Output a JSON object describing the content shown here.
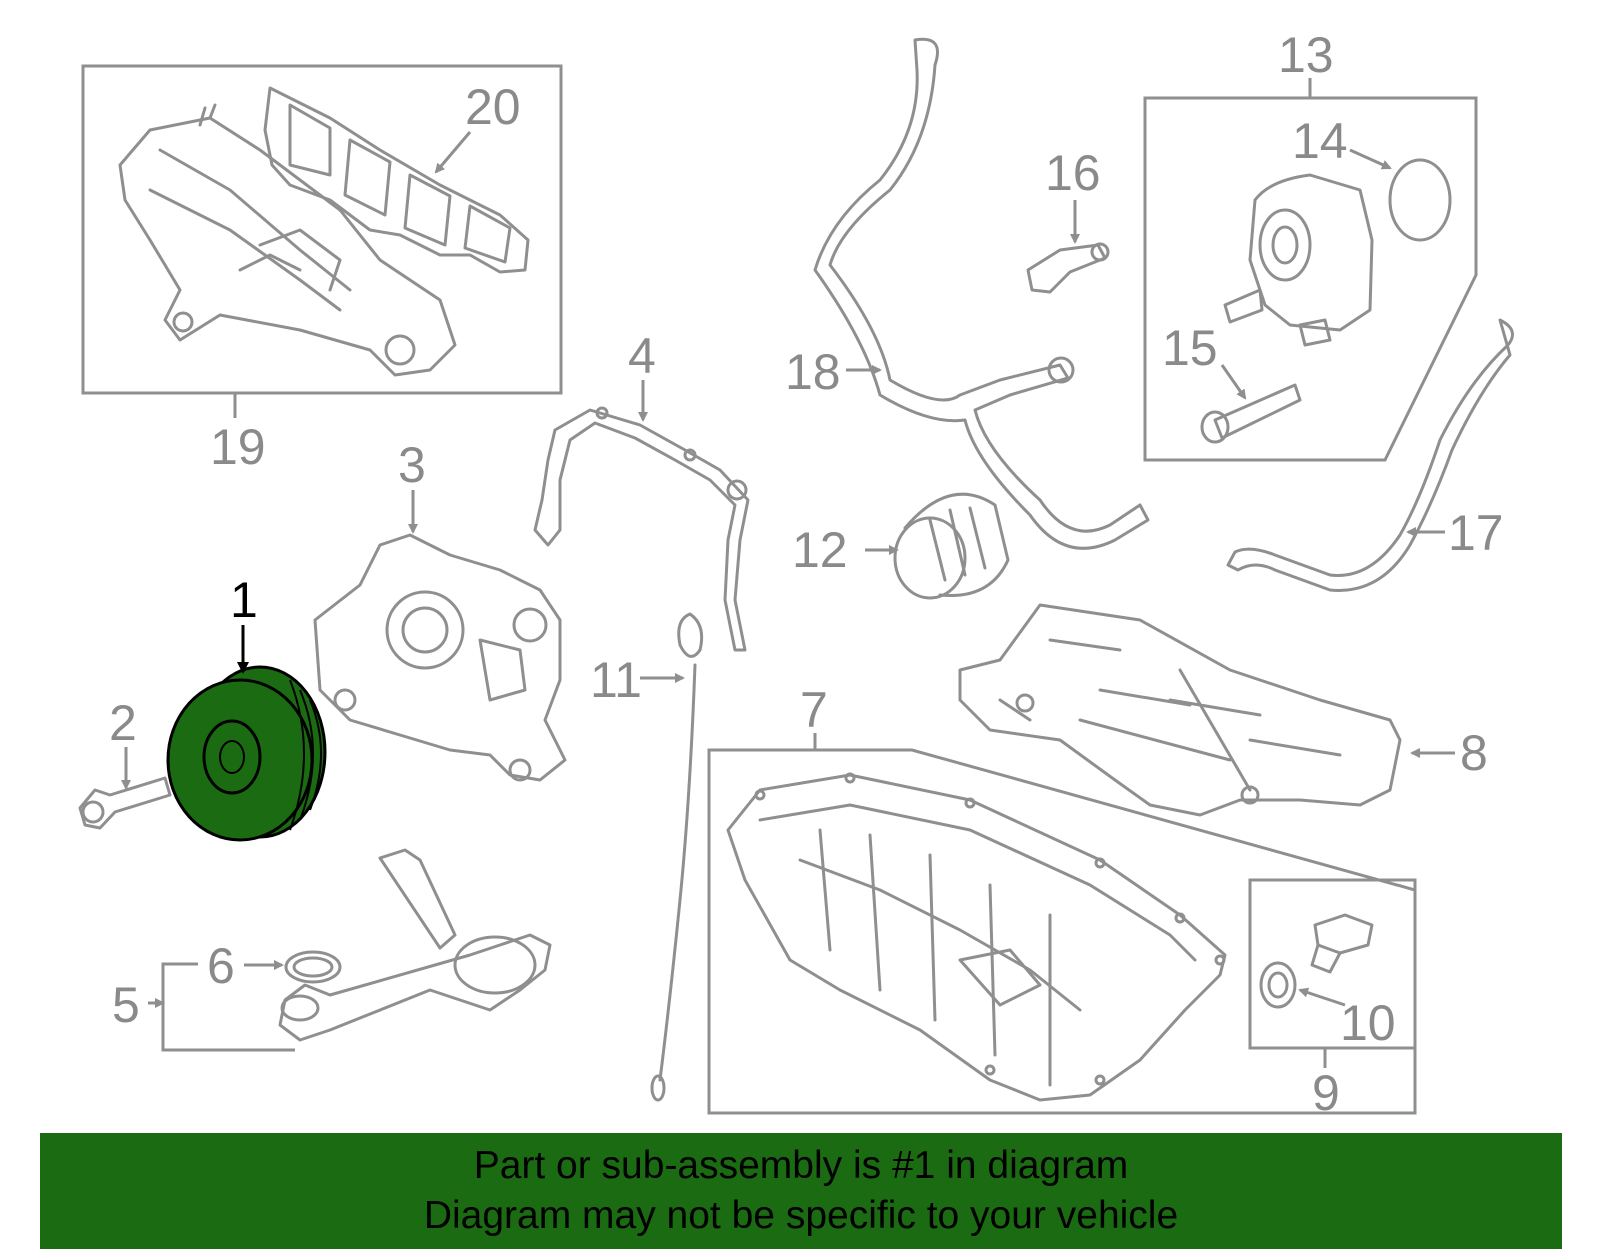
{
  "callouts": {
    "c1": "1",
    "c2": "2",
    "c3": "3",
    "c4": "4",
    "c5": "5",
    "c6": "6",
    "c7": "7",
    "c8": "8",
    "c9": "9",
    "c10": "10",
    "c11": "11",
    "c12": "12",
    "c13": "13",
    "c14": "14",
    "c15": "15",
    "c16": "16",
    "c17": "17",
    "c18": "18",
    "c19": "19",
    "c20": "20"
  },
  "highlight_callout": "1",
  "colors": {
    "highlight": "#1b6b12",
    "line": "#8f8f8f",
    "banner": "#1b6b12"
  },
  "banner": {
    "line1": "Part or sub-assembly is #1 in diagram",
    "line2": "Diagram may not be specific to your vehicle"
  }
}
